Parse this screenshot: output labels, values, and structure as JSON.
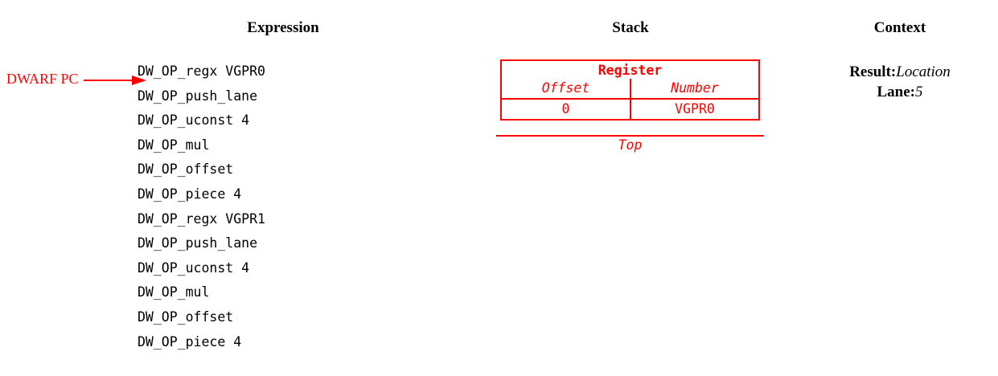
{
  "headers": {
    "expression": "Expression",
    "stack": "Stack",
    "context": "Context"
  },
  "annotation": {
    "dwarf_pc_label": "DWARF PC",
    "arrow_color": "#ff0000"
  },
  "expression": {
    "lines": [
      "DW_OP_regx VGPR0",
      "DW_OP_push_lane",
      "DW_OP_uconst 4",
      "DW_OP_mul",
      "DW_OP_offset",
      "DW_OP_piece 4",
      "DW_OP_regx VGPR1",
      "DW_OP_push_lane",
      "DW_OP_uconst 4",
      "DW_OP_mul",
      "DW_OP_offset",
      "DW_OP_piece 4"
    ]
  },
  "stack": {
    "entry_type": "Register",
    "columns": [
      "Offset",
      "Number"
    ],
    "rows": [
      [
        "0",
        "VGPR0"
      ]
    ],
    "top_label": "Top",
    "color": "#ff0000"
  },
  "context": {
    "entries": [
      {
        "key": "Result:",
        "value": "Location"
      },
      {
        "key": "Lane:",
        "value": "5"
      }
    ]
  }
}
